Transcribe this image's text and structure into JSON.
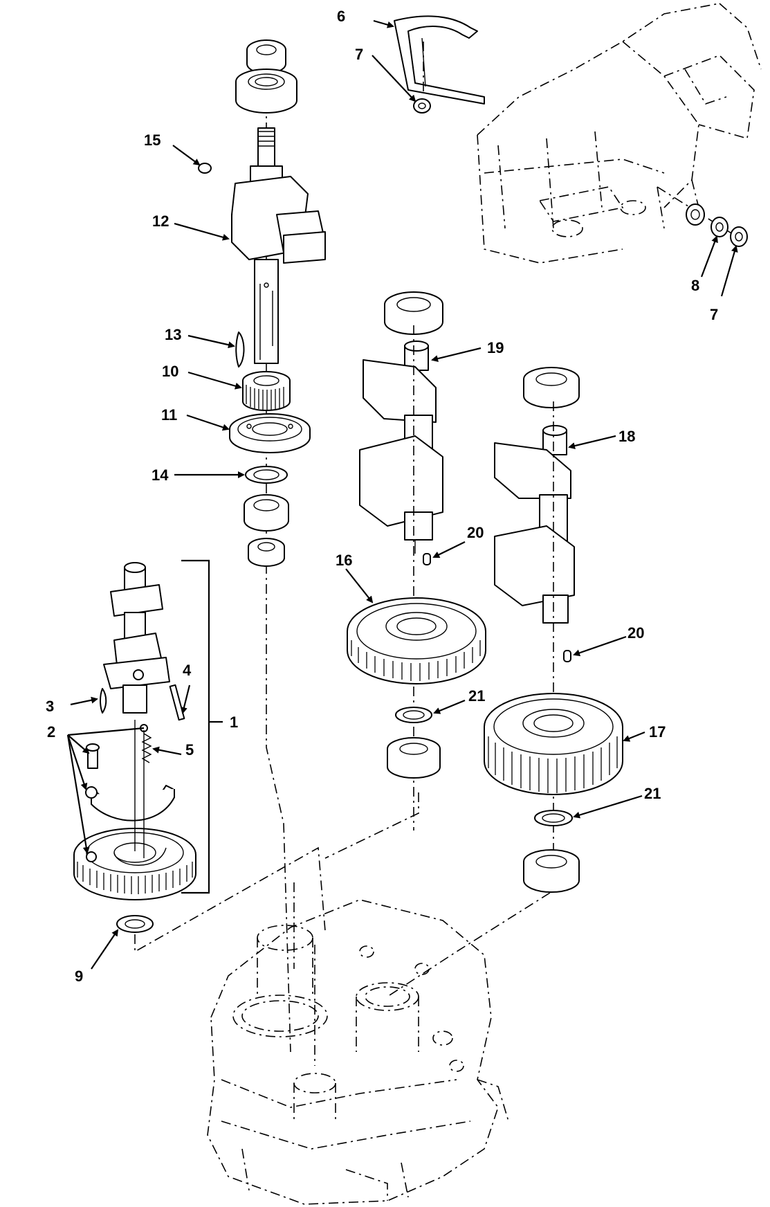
{
  "callouts": [
    {
      "id": "c1",
      "label": "1"
    },
    {
      "id": "c2",
      "label": "2"
    },
    {
      "id": "c3",
      "label": "3"
    },
    {
      "id": "c4",
      "label": "4"
    },
    {
      "id": "c5",
      "label": "5"
    },
    {
      "id": "c6",
      "label": "6"
    },
    {
      "id": "c7a",
      "label": "7"
    },
    {
      "id": "c7b",
      "label": "7"
    },
    {
      "id": "c8",
      "label": "8"
    },
    {
      "id": "c9",
      "label": "9"
    },
    {
      "id": "c10",
      "label": "10"
    },
    {
      "id": "c11",
      "label": "11"
    },
    {
      "id": "c12",
      "label": "12"
    },
    {
      "id": "c13",
      "label": "13"
    },
    {
      "id": "c14",
      "label": "14"
    },
    {
      "id": "c15",
      "label": "15"
    },
    {
      "id": "c16",
      "label": "16"
    },
    {
      "id": "c17",
      "label": "17"
    },
    {
      "id": "c18",
      "label": "18"
    },
    {
      "id": "c19",
      "label": "19"
    },
    {
      "id": "c20a",
      "label": "20"
    },
    {
      "id": "c20b",
      "label": "20"
    },
    {
      "id": "c21a",
      "label": "21"
    },
    {
      "id": "c21b",
      "label": "21"
    }
  ]
}
